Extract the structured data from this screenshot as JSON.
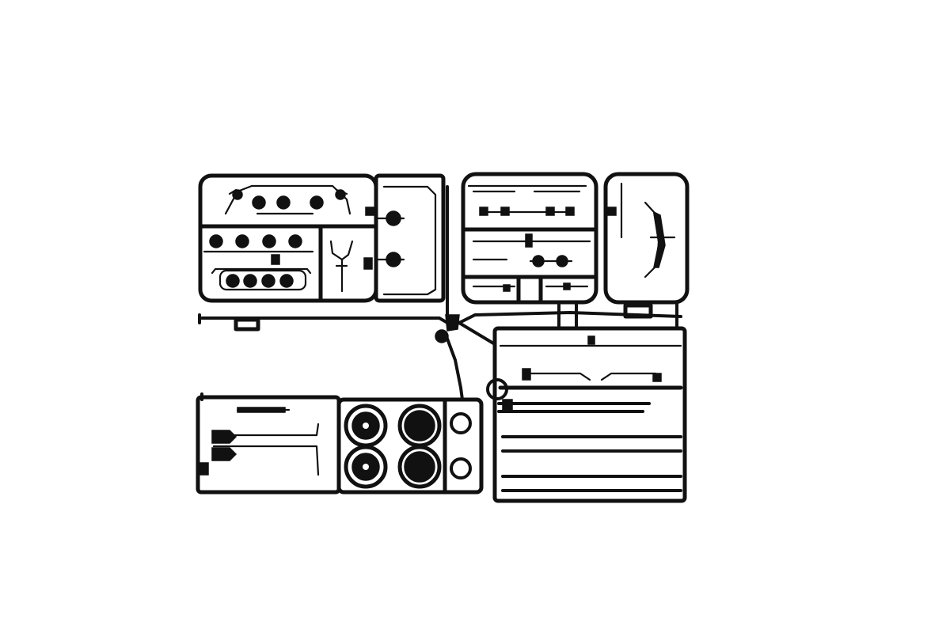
{
  "image": {
    "subject": "sprue-tree",
    "background_color": "#ffffff",
    "plastic_color": "#111111"
  },
  "icons": {
    "frames": "rectangle-frame",
    "wheels": "wheel-hub",
    "rings": "ring"
  }
}
